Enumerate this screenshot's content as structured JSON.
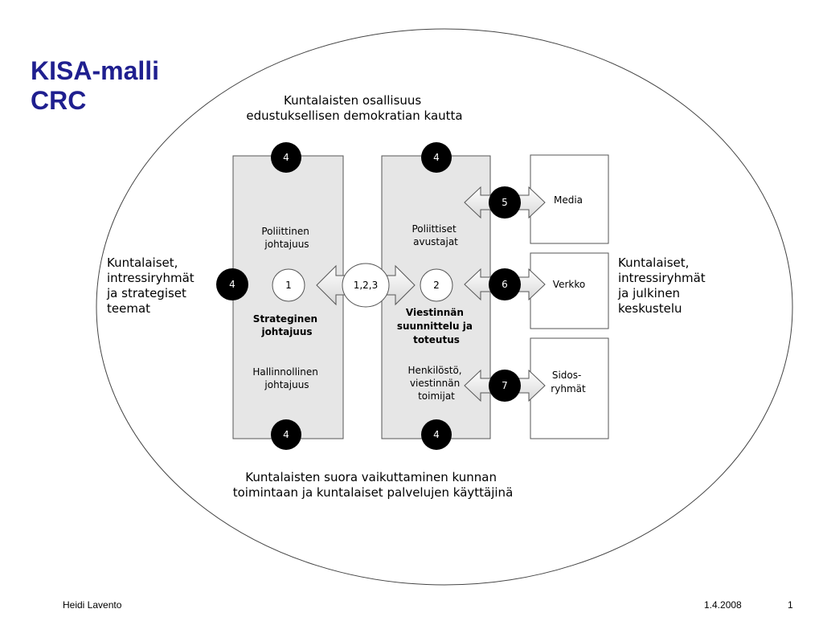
{
  "title": {
    "line1": "KISA-malli",
    "line2": "CRC"
  },
  "diagram": {
    "top_caption": [
      "Kuntalaisten osallisuus",
      "edustuksellisen demokratian kautta"
    ],
    "bottom_caption": [
      "Kuntalaisten suora vaikuttaminen kunnan",
      "toimintaan ja kuntalaiset palvelujen käyttäjinä"
    ],
    "left_caption": [
      "Kuntalaiset,",
      "intressiryhmät",
      "ja strategiset",
      "teemat"
    ],
    "right_caption": [
      "Kuntalaiset,",
      "intressiryhmät",
      "ja julkinen",
      "keskustelu"
    ],
    "left_box": {
      "top_text": [
        "Poliittinen",
        "johtajuus"
      ],
      "center_number": "1",
      "bold_text": [
        "Strateginen",
        "johtajuus"
      ],
      "bottom_text": [
        "Hallinnollinen",
        "johtajuus"
      ]
    },
    "right_box": {
      "top_text": [
        "Poliittiset",
        "avustajat"
      ],
      "center_number": "2",
      "bold_text": [
        "Viestinnän",
        "suunnittelu ja",
        "toteutus"
      ],
      "bottom_text": [
        "Henkilöstö,",
        "viestinnän",
        "toimijat"
      ]
    },
    "middle_circle": "1,2,3",
    "four": "4",
    "channels": [
      {
        "label": [
          "Media"
        ],
        "number": "5"
      },
      {
        "label": [
          "Verkko"
        ],
        "number": "6"
      },
      {
        "label": [
          "Sidos-",
          "ryhmät"
        ],
        "number": "7"
      }
    ],
    "colors": {
      "box_fill": "#e6e6e6",
      "title": "#1f1f8f",
      "dark_circle": "#000000"
    }
  },
  "footer": {
    "author": "Heidi Lavento",
    "date": "1.4.2008",
    "page": "1"
  }
}
